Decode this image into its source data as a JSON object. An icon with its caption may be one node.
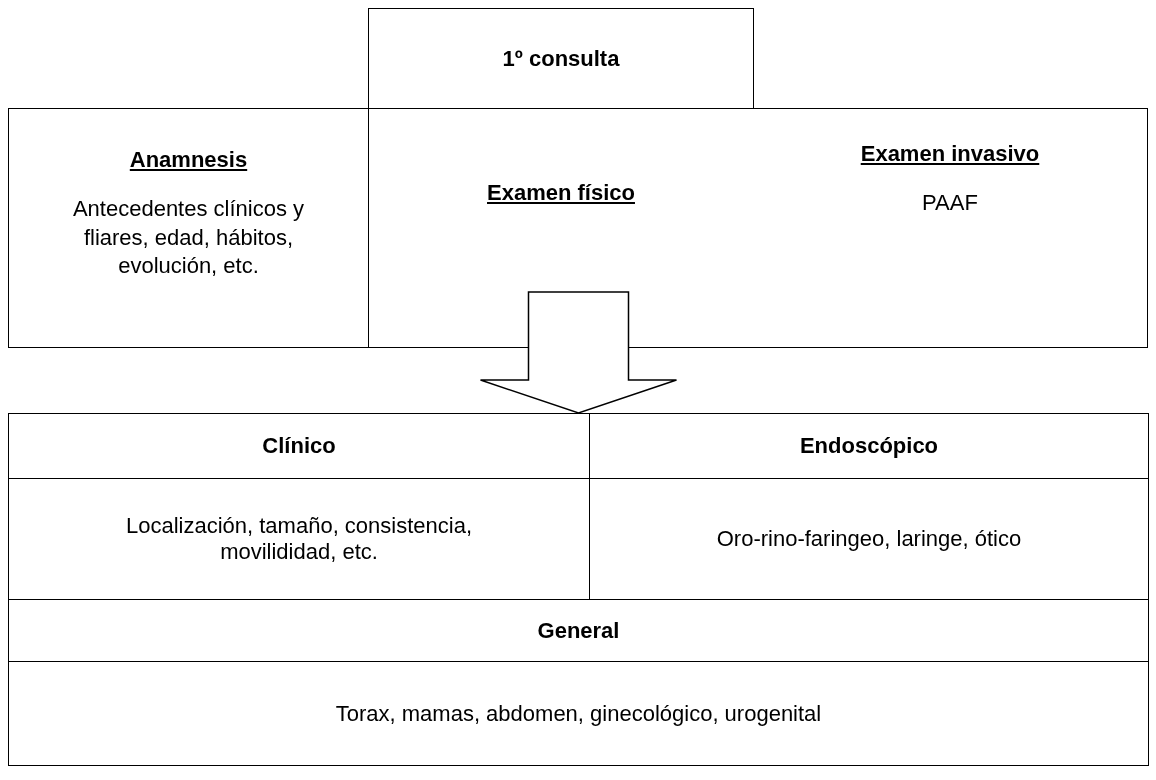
{
  "diagram": {
    "nodes": [
      {
        "text": [
          "1º consulta"
        ]
      },
      {
        "text": [
          "Anamnesis",
          "Antecedentes clínicos y fliares, edad, hábitos, evolución, etc."
        ]
      },
      {
        "text": [
          "Examen físico"
        ]
      },
      {
        "text": [
          "Examen invasivo",
          "PAAF"
        ]
      },
      {
        "text": [],
        "shape": "box"
      },
      {
        "text": [
          "Clínico"
        ],
        "in": 4
      },
      {
        "text": [
          "Endoscópico"
        ],
        "in": 4
      },
      {
        "text": [
          "Localización, tamaño, consistencia, movilididad, etc."
        ],
        "in": 4
      },
      {
        "text": [
          "Oro-rino-faringeo, laringe, ótico"
        ],
        "in": 4
      },
      {
        "text": [
          "General"
        ],
        "in": 4
      },
      {
        "text": [
          "Torax, mamas, abdomen, ginecológico, urogenital"
        ],
        "in": 4
      }
    ],
    "edges": [
      {
        "from": 2,
        "to": 4,
        "arrow": "to"
      }
    ]
  }
}
